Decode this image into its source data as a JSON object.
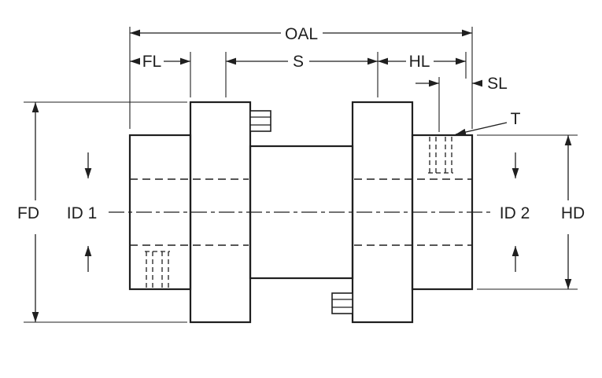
{
  "page": {
    "background": "#ffffff"
  },
  "diagram": {
    "kind": "engineering-dimension-drawing",
    "subject": "flanged shaft coupling with spacer, side elevation with dimension callouts",
    "line_color": "#1f1f1f",
    "labels": {
      "oal": "OAL",
      "fl": "FL",
      "s": "S",
      "hl": "HL",
      "sl": "SL",
      "t": "T",
      "fd": "FD",
      "id1": "ID 1",
      "id2": "ID 2",
      "hd": "HD"
    }
  }
}
